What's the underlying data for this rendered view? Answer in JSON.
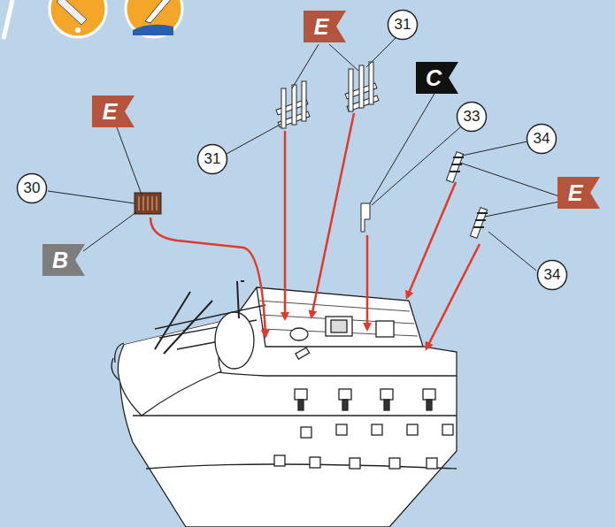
{
  "diagram": {
    "nodes": [
      {
        "text": [
          "E"
        ]
      },
      {
        "text": [
          "31"
        ]
      },
      {
        "text": [
          "C"
        ]
      },
      {
        "text": [
          "33"
        ]
      },
      {
        "text": [
          "E"
        ]
      },
      {
        "text": [
          "34"
        ]
      },
      {
        "text": [
          "31"
        ]
      },
      {
        "text": [
          "30"
        ]
      },
      {
        "text": [
          "E"
        ]
      },
      {
        "text": [
          "B"
        ]
      },
      {
        "text": [
          "34"
        ]
      }
    ]
  }
}
